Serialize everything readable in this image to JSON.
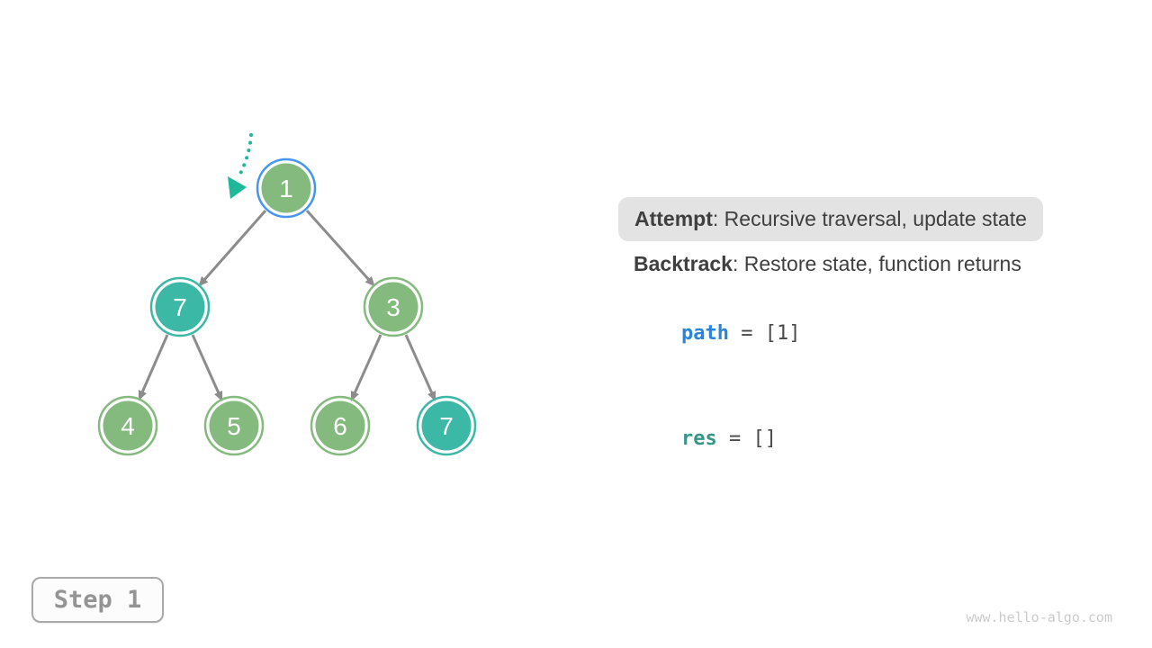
{
  "legend": {
    "attempt": {
      "label": "Attempt",
      "text": ": Recursive traversal, update state"
    },
    "backtrack": {
      "label": "Backtrack",
      "text": ": Restore state, function returns"
    }
  },
  "variables": {
    "path": {
      "name": "path",
      "value": " = [1]"
    },
    "res": {
      "name": "res",
      "value": " = []"
    }
  },
  "step_badge": {
    "label": "Step 1"
  },
  "watermark": "www.hello-algo.com",
  "tree": {
    "nodes": [
      {
        "value": "1",
        "state": "current",
        "fill_color": "#84BA7E",
        "ring_color": "#4696F0"
      },
      {
        "value": "7",
        "state": "visited",
        "fill_color": "#3CB8A6",
        "ring_color": "#3CB8A6"
      },
      {
        "value": "3",
        "state": "default",
        "fill_color": "#84BA7E",
        "ring_color": "#84BA7E"
      },
      {
        "value": "4",
        "state": "default",
        "fill_color": "#84BA7E",
        "ring_color": "#84BA7E"
      },
      {
        "value": "5",
        "state": "default",
        "fill_color": "#84BA7E",
        "ring_color": "#84BA7E"
      },
      {
        "value": "6",
        "state": "default",
        "fill_color": "#84BA7E",
        "ring_color": "#84BA7E"
      },
      {
        "value": "7",
        "state": "visited",
        "fill_color": "#3CB8A6",
        "ring_color": "#3CB8A6"
      }
    ],
    "edges": [
      [
        0,
        1
      ],
      [
        0,
        2
      ],
      [
        1,
        3
      ],
      [
        1,
        4
      ],
      [
        2,
        5
      ],
      [
        2,
        6
      ]
    ],
    "pointer": {
      "icon": "dotted-arrow-pointer",
      "points_to_value": "1",
      "color": "#1EB99B"
    }
  },
  "colors": {
    "node_green": "#84BA7E",
    "node_teal": "#3CB8A6",
    "current_ring_blue": "#4696F0",
    "edge_gray": "#8C8C8C",
    "pointer_teal": "#1EB99B",
    "attempt_box_bg": "#E3E3E3",
    "text_dark": "#3F3F3F",
    "path_blue": "#2A84DB",
    "res_teal": "#379687",
    "step_gray": "#949494",
    "watermark_gray": "#CBCBCB"
  }
}
